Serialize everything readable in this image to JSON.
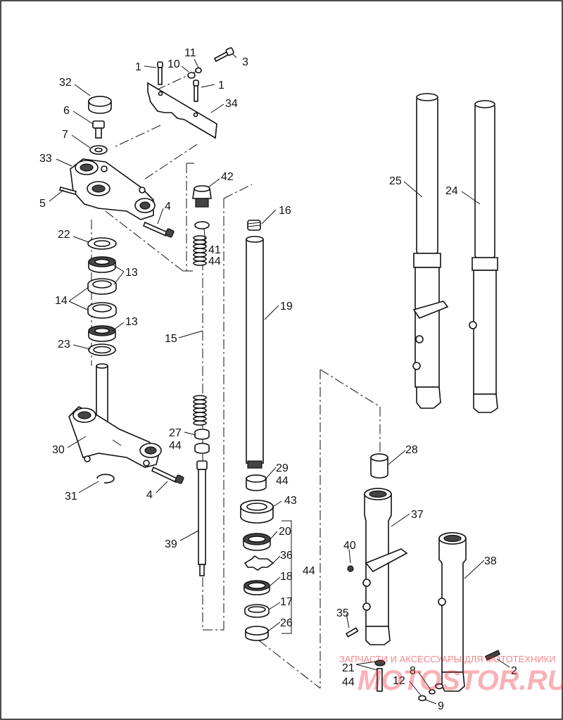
{
  "callouts": [
    {
      "id": "c1a",
      "text": "1"
    },
    {
      "id": "c10",
      "text": "10"
    },
    {
      "id": "c11",
      "text": "11"
    },
    {
      "id": "c3",
      "text": "3"
    },
    {
      "id": "c1b",
      "text": "1"
    },
    {
      "id": "c34",
      "text": "34"
    },
    {
      "id": "c32",
      "text": "32"
    },
    {
      "id": "c6",
      "text": "6"
    },
    {
      "id": "c7",
      "text": "7"
    },
    {
      "id": "c33",
      "text": "33"
    },
    {
      "id": "c5",
      "text": "5"
    },
    {
      "id": "c4a",
      "text": "4"
    },
    {
      "id": "c42",
      "text": "42"
    },
    {
      "id": "c16",
      "text": "16"
    },
    {
      "id": "c25",
      "text": "25"
    },
    {
      "id": "c24",
      "text": "24"
    },
    {
      "id": "c22",
      "text": "22"
    },
    {
      "id": "c41",
      "text": "41"
    },
    {
      "id": "c44a",
      "text": "44"
    },
    {
      "id": "c13a",
      "text": "13"
    },
    {
      "id": "c14",
      "text": "14"
    },
    {
      "id": "c19",
      "text": "19"
    },
    {
      "id": "c13b",
      "text": "13"
    },
    {
      "id": "c15",
      "text": "15"
    },
    {
      "id": "c23",
      "text": "23"
    },
    {
      "id": "c27",
      "text": "27"
    },
    {
      "id": "c44b",
      "text": "44"
    },
    {
      "id": "c28",
      "text": "28"
    },
    {
      "id": "c30",
      "text": "30"
    },
    {
      "id": "c29",
      "text": "29"
    },
    {
      "id": "c44c",
      "text": "44"
    },
    {
      "id": "c31",
      "text": "31"
    },
    {
      "id": "c4b",
      "text": "4"
    },
    {
      "id": "c43",
      "text": "43"
    },
    {
      "id": "c37",
      "text": "37"
    },
    {
      "id": "c20",
      "text": "20"
    },
    {
      "id": "c39",
      "text": "39"
    },
    {
      "id": "c40",
      "text": "40"
    },
    {
      "id": "c36",
      "text": "36"
    },
    {
      "id": "c38",
      "text": "38"
    },
    {
      "id": "c18",
      "text": "18"
    },
    {
      "id": "c44d",
      "text": "44"
    },
    {
      "id": "c17",
      "text": "17"
    },
    {
      "id": "c35",
      "text": "35"
    },
    {
      "id": "c26",
      "text": "26"
    },
    {
      "id": "c21",
      "text": "21"
    },
    {
      "id": "c44e",
      "text": "44"
    },
    {
      "id": "c8",
      "text": "8"
    },
    {
      "id": "c12",
      "text": "12"
    },
    {
      "id": "c2",
      "text": "2"
    },
    {
      "id": "c9",
      "text": "9"
    }
  ],
  "watermark": {
    "tagline": "ЗАПЧАСТИ И АКСЕССУАРЫ ДЛЯ МОТОТЕХНИКИ",
    "brand": "MOTOSTOR.RU"
  },
  "colors": {
    "line": "#111111",
    "background": "#ffffff",
    "watermark": "#ee2233"
  }
}
